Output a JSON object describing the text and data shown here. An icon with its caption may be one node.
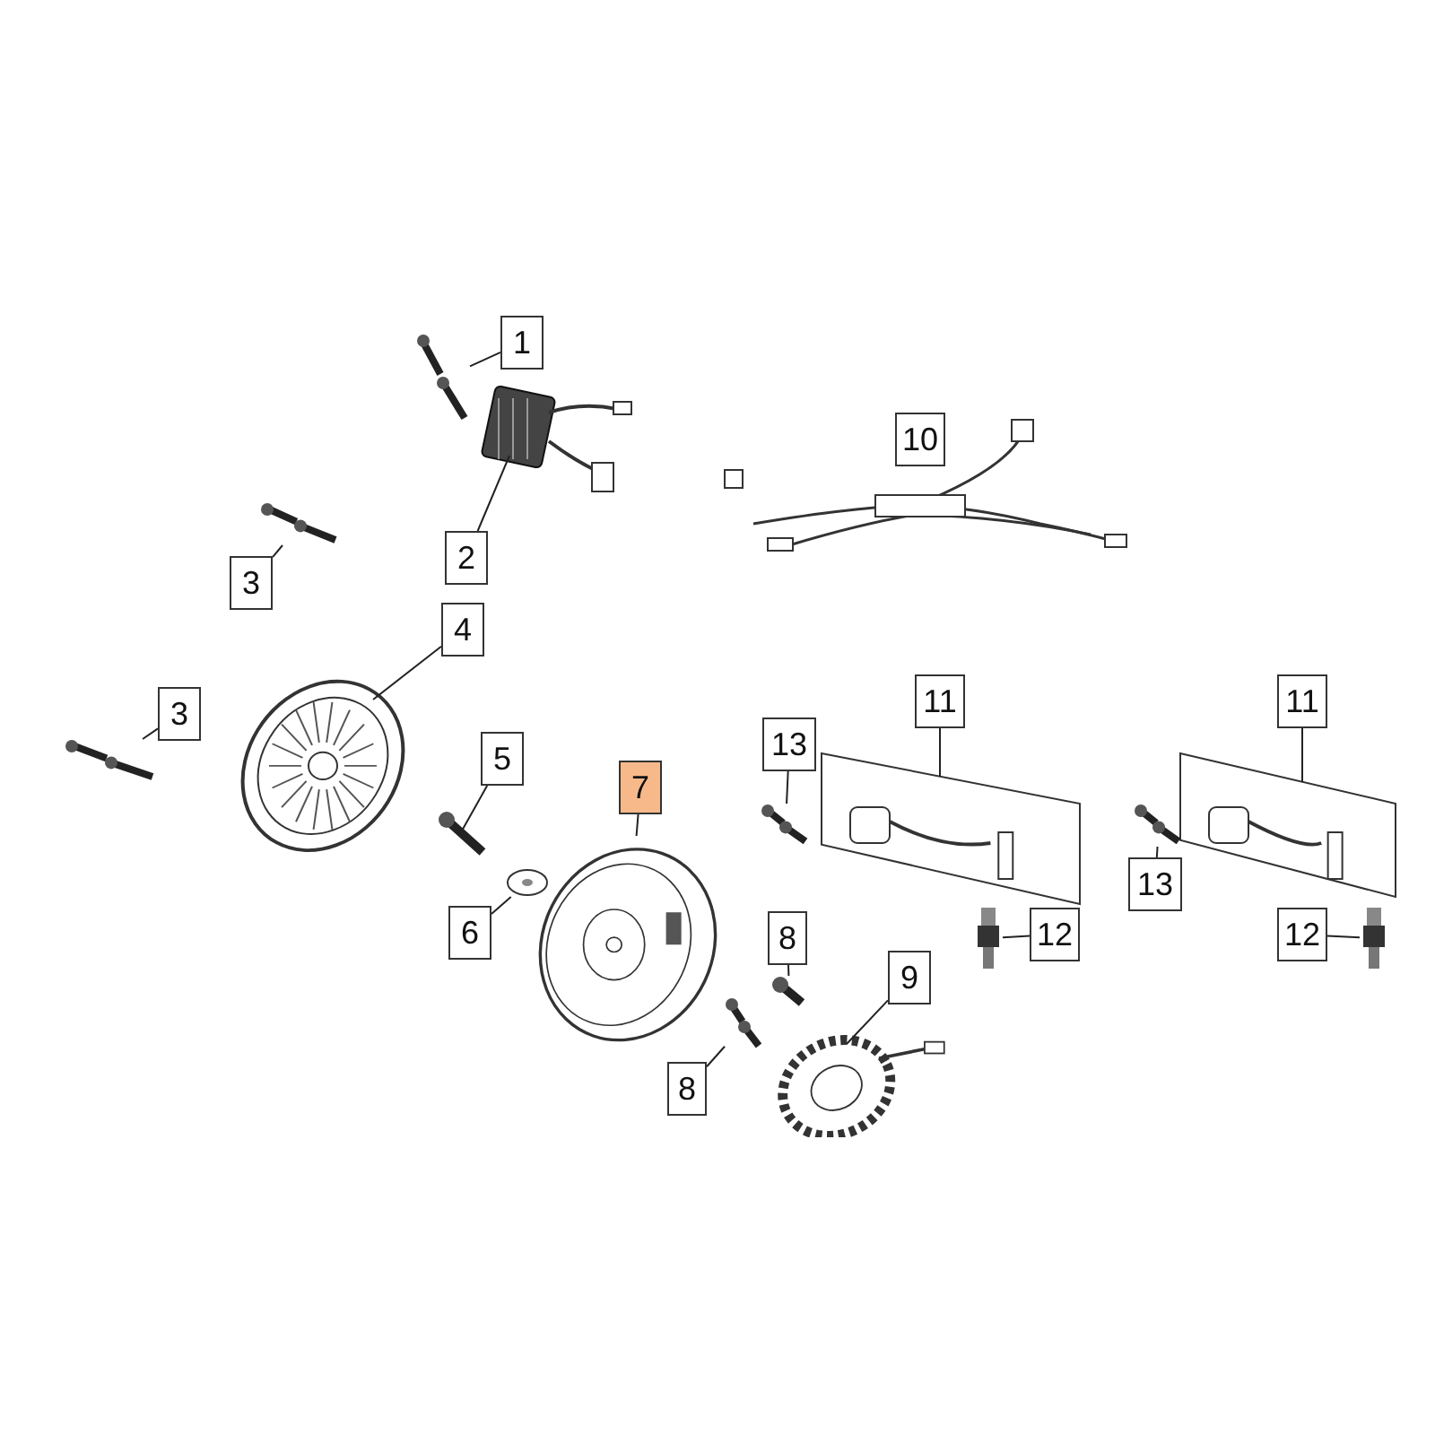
{
  "diagram": {
    "nodes": [
      {
        "text": [
          "1"
        ]
      },
      {
        "text": [],
        "shape": "picture"
      },
      {
        "text": [
          "2"
        ]
      },
      {
        "text": [],
        "shape": "picture"
      },
      {
        "text": [
          "10"
        ]
      },
      {
        "text": [],
        "shape": "picture"
      },
      {
        "text": [
          "3"
        ]
      },
      {
        "text": [],
        "shape": "picture"
      },
      {
        "text": [
          "4"
        ]
      },
      {
        "text": [],
        "shape": "picture"
      },
      {
        "text": [
          "3"
        ]
      },
      {
        "text": [],
        "shape": "picture"
      },
      {
        "text": [
          "11"
        ]
      },
      {
        "text": [],
        "shape": "picture"
      },
      {
        "text": [
          "11"
        ]
      },
      {
        "text": [],
        "shape": "picture"
      },
      {
        "text": [
          "13"
        ]
      },
      {
        "text": [],
        "shape": "picture"
      },
      {
        "text": [
          "5"
        ]
      },
      {
        "text": [],
        "shape": "picture"
      },
      {
        "text": [
          "7"
        ]
      },
      {
        "text": [],
        "shape": "picture"
      },
      {
        "text": [
          "13"
        ]
      },
      {
        "text": [],
        "shape": "picture"
      },
      {
        "text": [
          "6"
        ]
      },
      {
        "text": [],
        "shape": "picture"
      },
      {
        "text": [
          "12"
        ]
      },
      {
        "text": [],
        "shape": "picture"
      },
      {
        "text": [
          "12"
        ]
      },
      {
        "text": [],
        "shape": "picture"
      },
      {
        "text": [
          "8"
        ]
      },
      {
        "text": [],
        "shape": "picture"
      },
      {
        "text": [
          "9"
        ]
      },
      {
        "text": [],
        "shape": "picture"
      },
      {
        "text": [
          "8"
        ]
      },
      {
        "text": [],
        "shape": "picture"
      }
    ],
    "edges": [
      {
        "from": 0,
        "to": 1,
        "arrow": "none"
      },
      {
        "from": 2,
        "to": 3,
        "arrow": "none"
      },
      {
        "from": 4,
        "to": 5,
        "arrow": "none"
      },
      {
        "from": 6,
        "to": 7,
        "arrow": "none"
      },
      {
        "from": 8,
        "to": 9,
        "arrow": "none"
      },
      {
        "from": 10,
        "to": 11,
        "arrow": "none"
      },
      {
        "from": 12,
        "to": 13,
        "arrow": "none"
      },
      {
        "from": 14,
        "to": 15,
        "arrow": "none"
      },
      {
        "from": 16,
        "to": 17,
        "arrow": "none"
      },
      {
        "from": 18,
        "to": 19,
        "arrow": "none"
      },
      {
        "from": 20,
        "to": 21,
        "arrow": "none"
      },
      {
        "from": 22,
        "to": 23,
        "arrow": "none"
      },
      {
        "from": 24,
        "to": 25,
        "arrow": "none"
      },
      {
        "from": 26,
        "to": 27,
        "arrow": "none"
      },
      {
        "from": 28,
        "to": 29,
        "arrow": "none"
      },
      {
        "from": 30,
        "to": 31,
        "arrow": "none"
      },
      {
        "from": 32,
        "to": 33,
        "arrow": "none"
      },
      {
        "from": 34,
        "to": 35,
        "arrow": "none"
      }
    ]
  }
}
